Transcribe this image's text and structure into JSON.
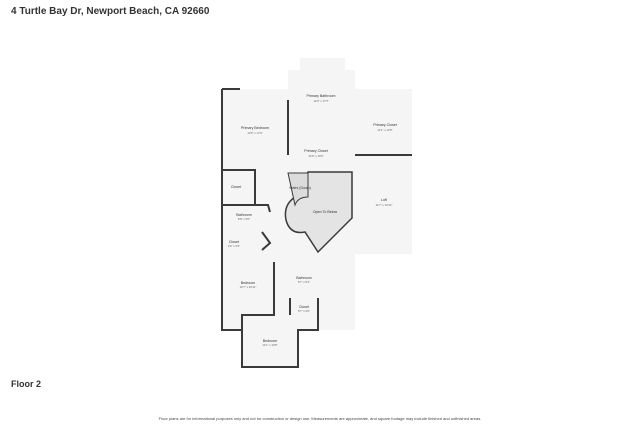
{
  "header": {
    "address": "4 Turtle Bay Dr, Newport Beach, CA 92660"
  },
  "floor_label": "Floor 2",
  "rooms": [
    {
      "name": "Primary Bathroom",
      "dims": "14'0\" x 17'3\""
    },
    {
      "name": "Primary Bedroom",
      "dims": "13'6\" x 17'9\""
    },
    {
      "name": "Primary Closet",
      "dims": "11'1\" x 12'8\""
    },
    {
      "name": "Primary Closet",
      "dims": "14'0\" x 10'0\""
    },
    {
      "name": "Closet",
      "dims": ""
    },
    {
      "name": "Stairs (Down)",
      "dims": ""
    },
    {
      "name": "Open To Below",
      "dims": ""
    },
    {
      "name": "Loft",
      "dims": "11'7\" x 19'10\""
    },
    {
      "name": "Bathroom",
      "dims": "8'8\" x 5'0\""
    },
    {
      "name": "Closet",
      "dims": "4'0\" x 5'3\""
    },
    {
      "name": "Bedroom",
      "dims": "10'7\" x 20'11\""
    },
    {
      "name": "Bathroom",
      "dims": "5'7\" x 8'1\""
    },
    {
      "name": "Closet",
      "dims": "5'7\" x 6'0\""
    },
    {
      "name": "Bedroom",
      "dims": "11'1\" x 10'8\""
    }
  ],
  "footer": "Floor plans are for informational purposes only and not for construction or design use. Measurements are approximate, and square footage may include finished and unfinished areas."
}
